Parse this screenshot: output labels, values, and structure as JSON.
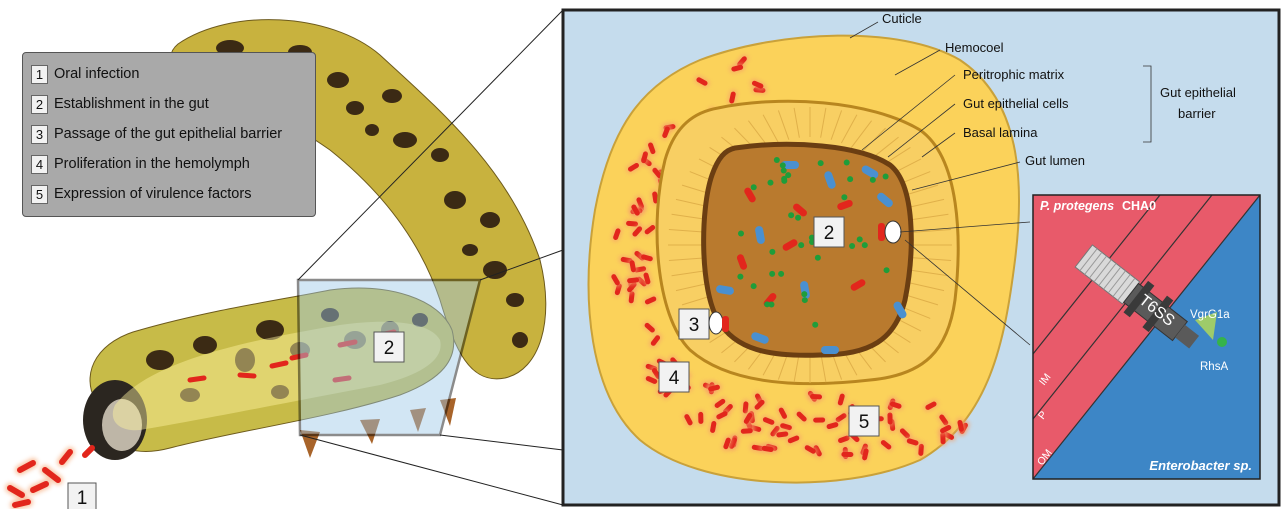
{
  "legend": {
    "items": [
      {
        "num": "1",
        "label": "Oral infection"
      },
      {
        "num": "2",
        "label": "Establishment in the gut"
      },
      {
        "num": "3",
        "label": "Passage of the gut epithelial barrier"
      },
      {
        "num": "4",
        "label": "Proliferation in the hemolymph"
      },
      {
        "num": "5",
        "label": "Expression of virulence factors"
      }
    ]
  },
  "caterpillar": {
    "step_oral": "1",
    "step_gut": "2"
  },
  "cross_section": {
    "labels": {
      "cuticle": "Cuticle",
      "hemocoel": "Hemocoel",
      "peritrophic_matrix": "Peritrophic matrix",
      "gut_epithelial_cells": "Gut epithelial cells",
      "basal_lamina": "Basal lamina",
      "gut_lumen": "Gut lumen",
      "barrier_line1": "Gut epithelial",
      "barrier_line2": "barrier"
    },
    "steps": {
      "s2": "2",
      "s3": "3",
      "s4": "4",
      "s5": "5"
    }
  },
  "inset": {
    "strain_bold_italic": "P. protegens",
    "strain_suffix": "CHA0",
    "t6ss": "T6SS",
    "vgrg": "VgrG1a",
    "rhsa": "RhsA",
    "im": "IM",
    "p": "P",
    "om": "OM",
    "target": "Enterobacter sp."
  },
  "colors": {
    "bacteria": "#e2261c",
    "bacteria_glow": "#f5a06a",
    "hemocoel": "#fbd25a",
    "epithelium": "#f8cf63",
    "lumen": "#b97a2e",
    "lumen_border": "#6b3e12",
    "gut_bacteria": "#4a90d0",
    "green_dots": "#1f9d3a",
    "panel_bg": "#c5dced",
    "inset_red": "#e85a6a",
    "inset_blue": "#3d86c6",
    "caterpillar_body": "#c9b33a",
    "caterpillar_spots": "#3b2a14"
  }
}
